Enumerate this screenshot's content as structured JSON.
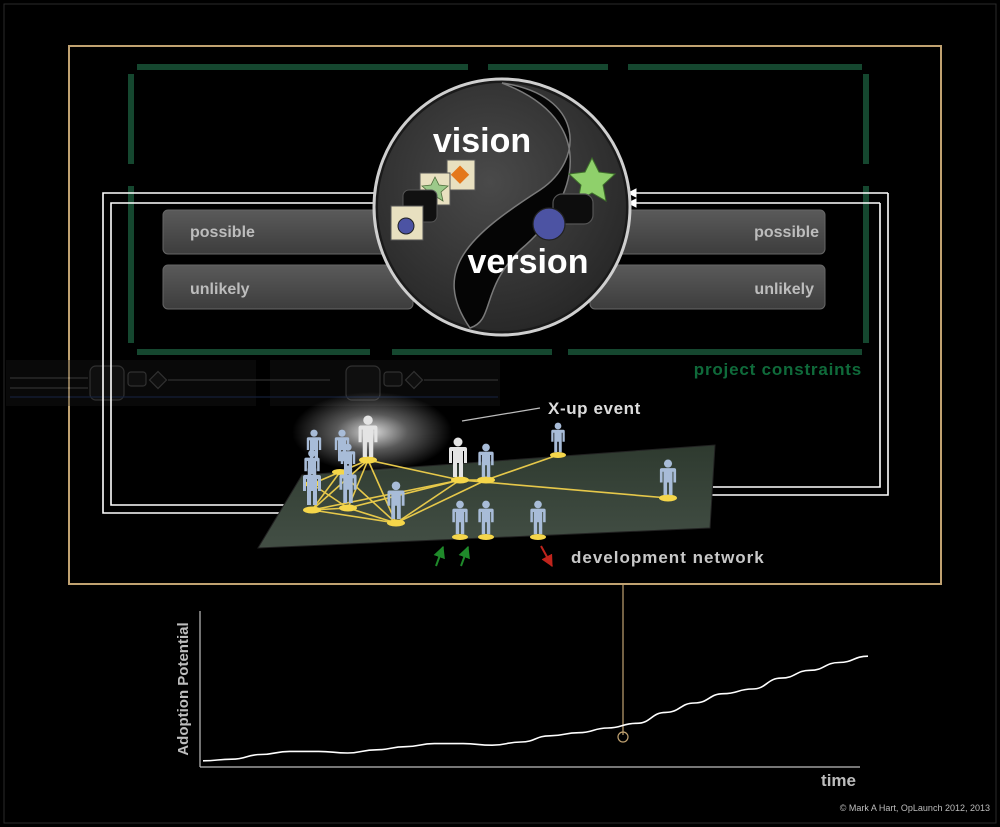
{
  "diagram": {
    "center": {
      "top_label": "vision",
      "bottom_label": "version"
    },
    "bars": {
      "left": [
        "possible",
        "unlikely"
      ],
      "right": [
        "possible",
        "unlikely"
      ]
    },
    "constraints_label": "project constraints",
    "event_label": "X-up event",
    "network_label": "development network"
  },
  "chart_data": {
    "type": "line",
    "xlabel": "time",
    "ylabel": "Adoption Potential",
    "series": [
      {
        "values": [
          0.04,
          0.05,
          0.08,
          0.1,
          0.1,
          0.09,
          0.11,
          0.13,
          0.15,
          0.15,
          0.14,
          0.16,
          0.2,
          0.22,
          0.25,
          0.28,
          0.35,
          0.41,
          0.47,
          0.5,
          0.57,
          0.62,
          0.67,
          0.71
        ]
      }
    ]
  },
  "copyright": "© Mark A Hart, OpLaunch 2012, 2013",
  "colors": {
    "frame": "#c0a271",
    "constraints": "#15472f",
    "constraints_text": "#0f6a3a",
    "bar_fill": "#4b4b4b",
    "bar_text": "#bdbdbd",
    "edge": "#e6c84a",
    "node": "#f5d64a",
    "person": "#a8bcd8",
    "platform": "#3a4a3c"
  }
}
